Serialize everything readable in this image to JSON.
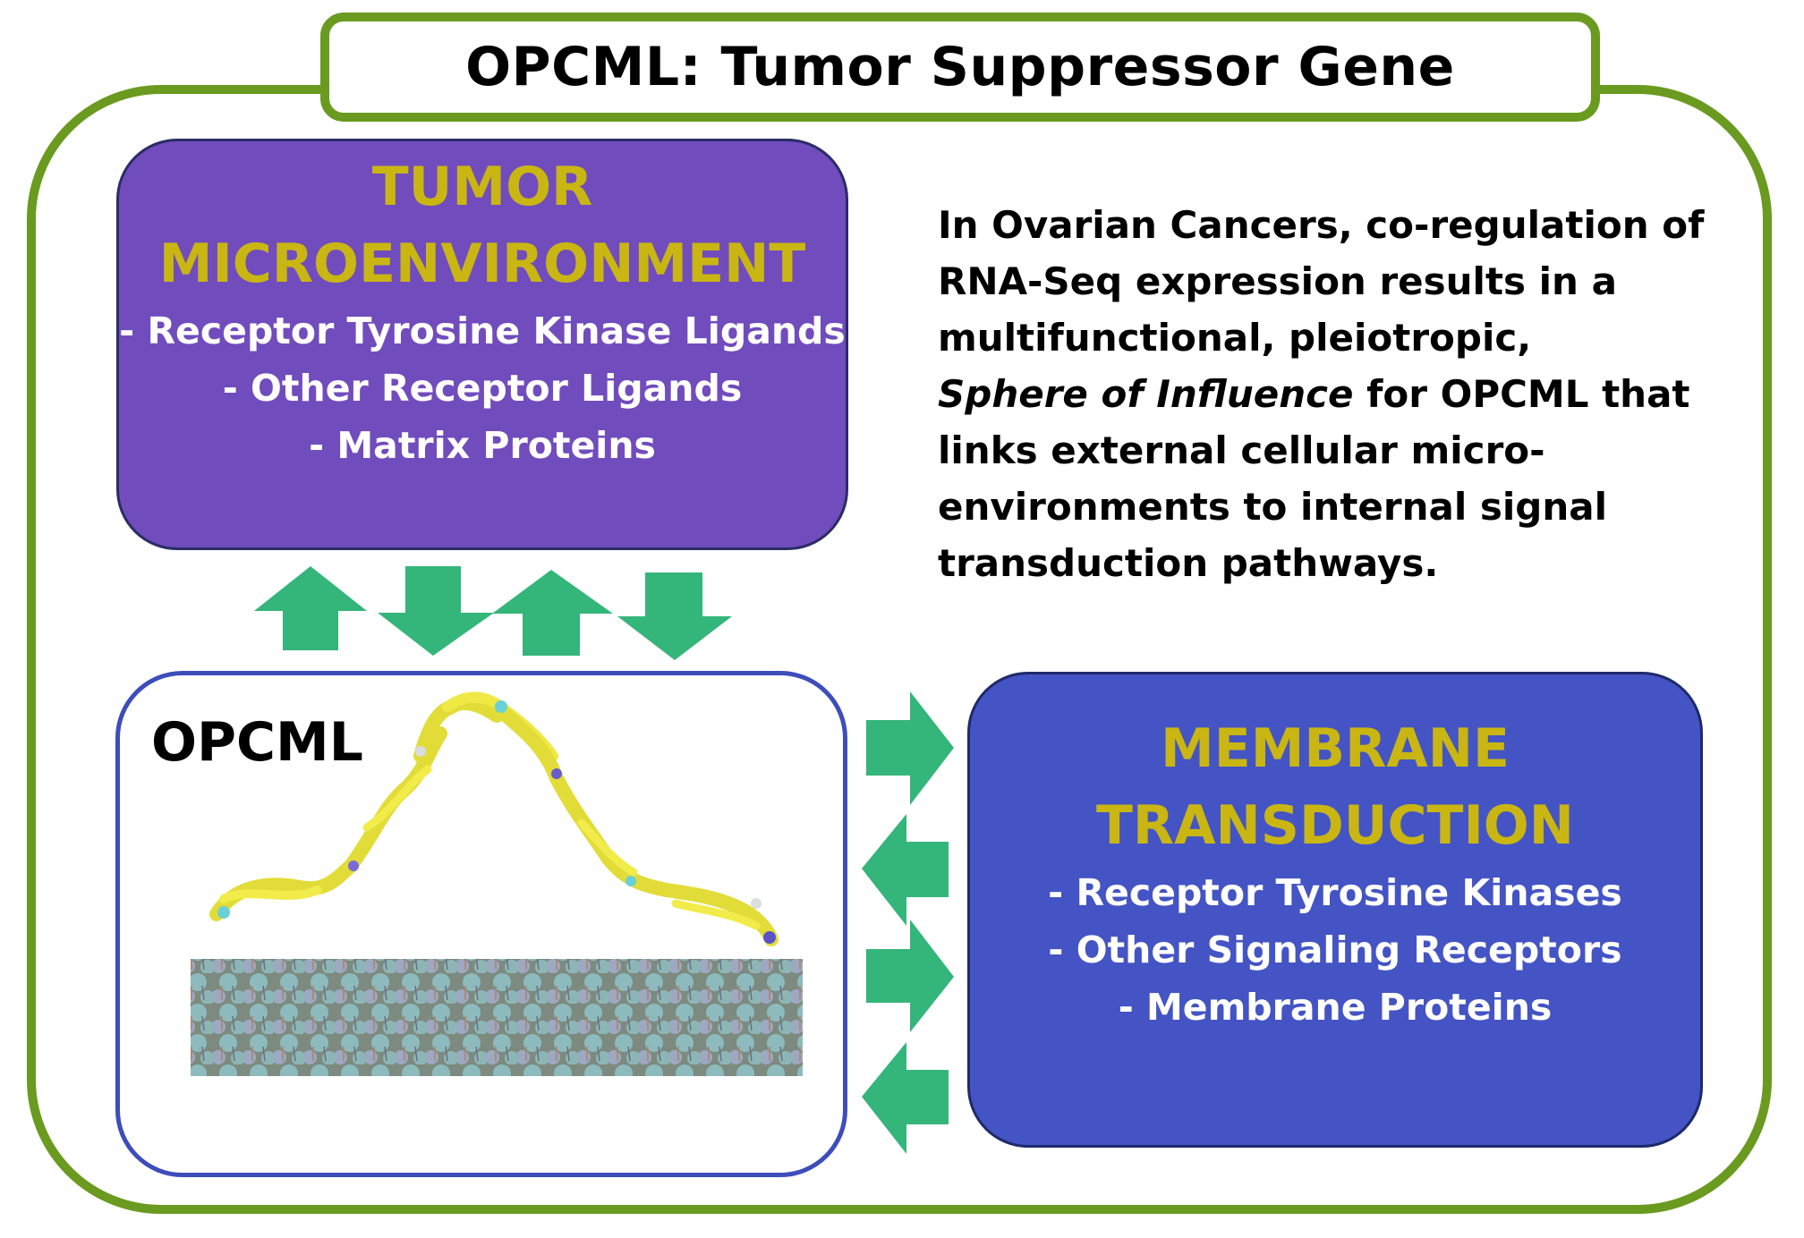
{
  "title": "OPCML: Tumor Suppressor Gene",
  "tumor_microenvironment": {
    "heading_line1": "TUMOR",
    "heading_line2": "MICROENVIRONMENT",
    "items": [
      "- Receptor Tyrosine Kinase Ligands",
      "- Other Receptor Ligands",
      "- Matrix Proteins"
    ]
  },
  "membrane_transduction": {
    "heading_line1": "MEMBRANE",
    "heading_line2": "TRANSDUCTION",
    "items": [
      "- Receptor Tyrosine Kinases",
      "- Other Signaling Receptors",
      "- Membrane Proteins"
    ]
  },
  "opcml": {
    "label": "OPCML"
  },
  "description": {
    "line1": "In Ovarian Cancers, co-regulation of",
    "line2": "RNA-Seq expression results in a",
    "line3": "multifunctional, pleiotropic,",
    "line4_italic": "Sphere of Influence",
    "line4_rest": " for OPCML that",
    "line5": "links external cellular micro-",
    "line6": "environments to internal signal",
    "line7": "transduction pathways."
  },
  "colors": {
    "frame_green": "#6a9a1f",
    "arrow_green": "#34b57a",
    "tme_fill": "#714cbd",
    "mt_fill": "#4454c4",
    "heading_gold": "#c9b612",
    "opcml_border": "#3d4dba"
  }
}
